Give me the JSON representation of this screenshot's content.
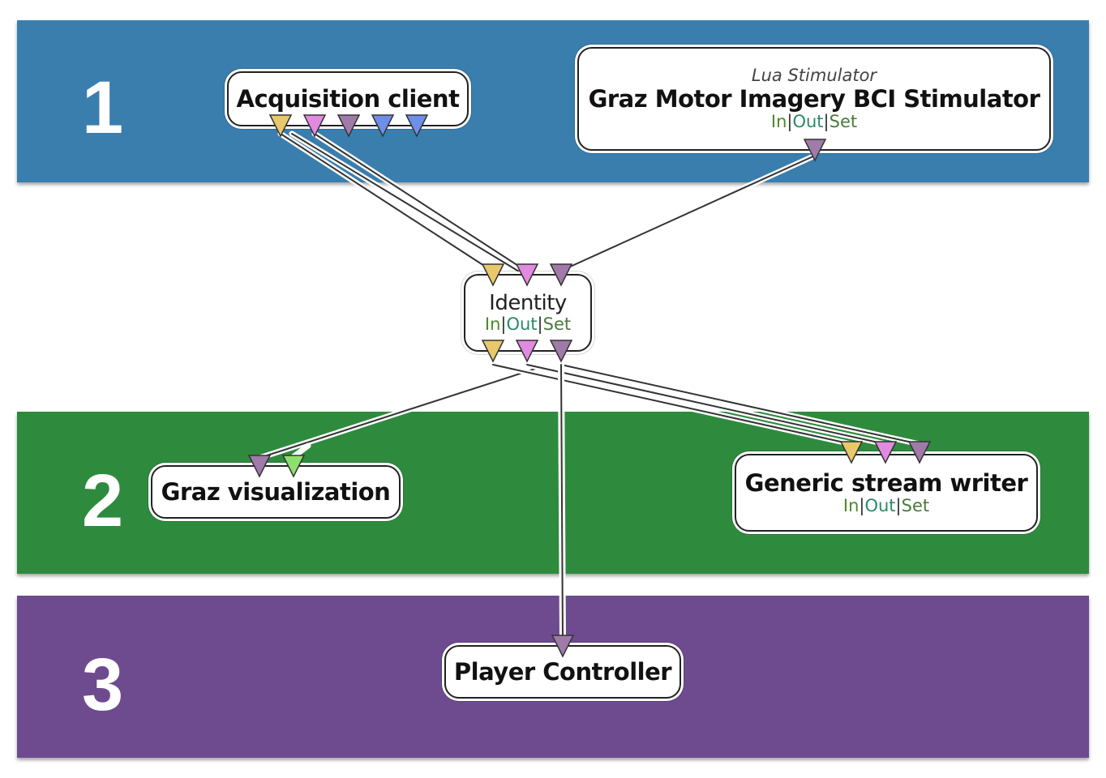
{
  "colors": {
    "band1": "#3a7eae",
    "band2": "#2e8b3e",
    "band3": "#6e4b8f"
  },
  "bands": [
    {
      "number": "1"
    },
    {
      "number": "2"
    },
    {
      "number": "3"
    }
  ],
  "boxes": {
    "acquisition": {
      "title": "Acquisition client"
    },
    "stimulator": {
      "subtitle": "Lua Stimulator",
      "title": "Graz Motor Imagery BCI Stimulator",
      "io_in": "In",
      "io_out": "Out",
      "io_set": "Set",
      "io_sep": "|"
    },
    "identity": {
      "title": "Identity",
      "io_in": "In",
      "io_out": "Out",
      "io_set": "Set",
      "io_sep": "|"
    },
    "graz_vis": {
      "title": "Graz visualization"
    },
    "writer": {
      "title": "Generic stream writer",
      "io_in": "In",
      "io_out": "Out",
      "io_set": "Set",
      "io_sep": "|"
    },
    "player": {
      "title": "Player Controller"
    }
  },
  "connector_colors": {
    "yellow": "#e8c86a",
    "pink": "#e08ae0",
    "purple": "#a07aa8",
    "blue": "#6e8ee8",
    "green": "#8ee06e"
  }
}
